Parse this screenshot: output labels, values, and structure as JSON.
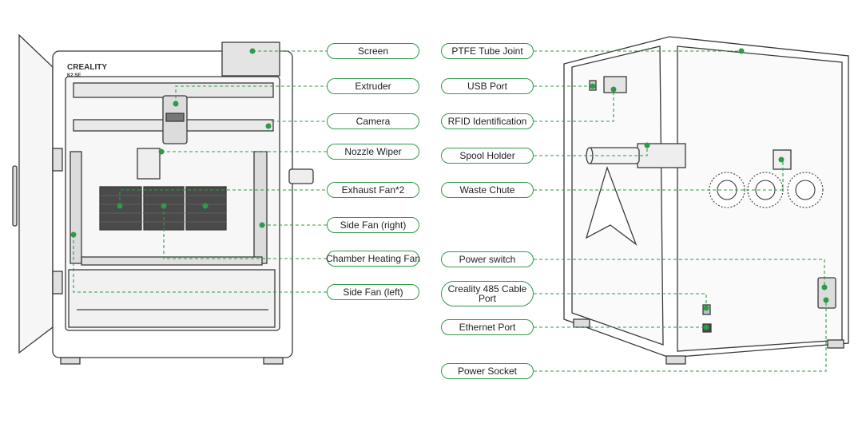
{
  "colors": {
    "accent": "#2e9b48",
    "outline": "#3a3a3a",
    "fill": "#f3f3f3",
    "dark": "#555555"
  },
  "printer": {
    "brand": "CREALITY",
    "model": "K2 SE"
  },
  "left_labels": [
    {
      "id": "screen",
      "text": "Screen"
    },
    {
      "id": "extruder",
      "text": "Extruder"
    },
    {
      "id": "camera",
      "text": "Camera"
    },
    {
      "id": "nozzle-wiper",
      "text": "Nozzle Wiper"
    },
    {
      "id": "exhaust-fan",
      "text": "Exhaust Fan*2"
    },
    {
      "id": "side-fan-right",
      "text": "Side Fan (right)"
    },
    {
      "id": "chamber-heating-fan",
      "text": "Chamber Heating Fan"
    },
    {
      "id": "side-fan-left",
      "text": "Side Fan (left)"
    }
  ],
  "right_labels": [
    {
      "id": "ptfe-tube-joint",
      "text": "PTFE Tube Joint"
    },
    {
      "id": "usb-port",
      "text": "USB Port"
    },
    {
      "id": "rfid-identification",
      "text": "RFID Identification"
    },
    {
      "id": "spool-holder",
      "text": "Spool Holder"
    },
    {
      "id": "waste-chute",
      "text": "Waste Chute"
    },
    {
      "id": "power-switch",
      "text": "Power switch"
    },
    {
      "id": "creality-485-cable-port",
      "text": "Creality 485 Cable Port",
      "line1": "Creality 485 Cable",
      "line2": "Port"
    },
    {
      "id": "ethernet-port",
      "text": "Ethernet Port"
    },
    {
      "id": "power-socket",
      "text": "Power Socket"
    }
  ]
}
